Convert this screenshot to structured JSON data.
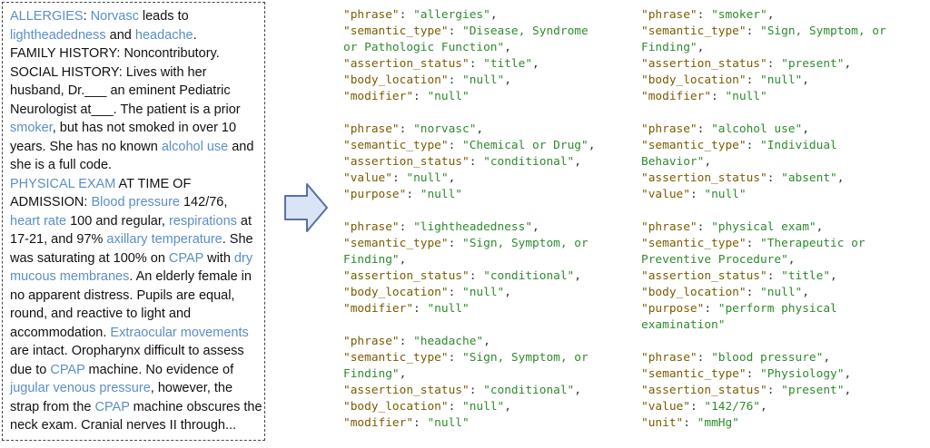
{
  "note": {
    "lines": [
      [
        {
          "t": "ALLERGIES",
          "h": 1
        },
        {
          "t": ":  "
        },
        {
          "t": "Norvasc",
          "h": 1
        },
        {
          "t": " leads to"
        }
      ],
      [
        {
          "t": "lightheadedness",
          "h": 1
        },
        {
          "t": " and "
        },
        {
          "t": "headache",
          "h": 1
        },
        {
          "t": "."
        }
      ],
      [
        {
          "t": "FAMILY HISTORY:  Noncontributory."
        }
      ],
      [
        {
          "t": "SOCIAL HISTORY:  Lives with her"
        }
      ],
      [
        {
          "t": "husband, Dr.___ an eminent Pediatric"
        }
      ],
      [
        {
          "t": "Neurologist at___.  The patient is a prior"
        }
      ],
      [
        {
          "t": "smoker",
          "h": 1
        },
        {
          "t": ", but has not smoked in over 10"
        }
      ],
      [
        {
          "t": "years.  She has no known "
        },
        {
          "t": "alcohol use",
          "h": 1
        },
        {
          "t": " and"
        }
      ],
      [
        {
          "t": "she is a full code."
        }
      ],
      [
        {
          "t": "PHYSICAL EXAM",
          "h": 1
        },
        {
          "t": " AT TIME OF"
        }
      ],
      [
        {
          "t": "ADMISSION:  "
        },
        {
          "t": "Blood pressure",
          "h": 1
        },
        {
          "t": " 142/76,"
        }
      ],
      [
        {
          "t": "heart rate",
          "h": 1
        },
        {
          "t": " 100 and regular,  "
        },
        {
          "t": "respirations",
          "h": 1
        },
        {
          "t": " at"
        }
      ],
      [
        {
          "t": "17-21, and 97% "
        },
        {
          "t": "axillary temperature",
          "h": 1
        },
        {
          "t": ".  She"
        }
      ],
      [
        {
          "t": "was saturating at 100% on "
        },
        {
          "t": "CPAP",
          "h": 1
        },
        {
          "t": " with "
        },
        {
          "t": "dry",
          "h": 1
        }
      ],
      [
        {
          "t": "mucous membranes",
          "h": 1
        },
        {
          "t": ".  An elderly female in"
        }
      ],
      [
        {
          "t": "no apparent distress.  Pupils are equal,"
        }
      ],
      [
        {
          "t": "round, and reactive to light and"
        }
      ],
      [
        {
          "t": "accommodation.  "
        },
        {
          "t": "Extraocular movements",
          "h": 1
        }
      ],
      [
        {
          "t": "are intact.  Oropharynx difficult to assess"
        }
      ],
      [
        {
          "t": "due to "
        },
        {
          "t": "CPAP",
          "h": 1
        },
        {
          "t": " machine.  No evidence of"
        }
      ],
      [
        {
          "t": "jugular venous pressure",
          "h": 1
        },
        {
          "t": ", however, the"
        }
      ],
      [
        {
          "t": "strap from the "
        },
        {
          "t": "CPAP",
          "h": 1
        },
        {
          "t": " machine obscures the"
        }
      ],
      [
        {
          "t": "neck exam.  Cranial nerves II through..."
        }
      ]
    ]
  },
  "arrow": {
    "fill": "#d9e4f5",
    "stroke": "#5a6fa8",
    "icon": "right-arrow-icon"
  },
  "colors": {
    "highlight": "#5b8ec9",
    "key": "#7a5c00",
    "value": "#2e8b2e"
  },
  "entities_left": [
    {
      "rows": [
        {
          "k": "\"phrase\"",
          "v": "\"allergies\""
        },
        {
          "k": "\"semantic_type\"",
          "v": "\"Disease, Syndrome"
        },
        {
          "v": "or Pathologic Function\""
        },
        {
          "k": "\"assertion_status\"",
          "v": "\"title\""
        },
        {
          "k": "\"body_location\"",
          "v": "\"null\""
        },
        {
          "k": "\"modifier\"",
          "v": "\"null\"",
          "last": true
        }
      ]
    },
    {
      "rows": [
        {
          "k": "\"phrase\"",
          "v": "\"norvasc\""
        },
        {
          "k": "\"semantic_type\"",
          "v": "\"Chemical or Drug\""
        },
        {
          "k": "\"assertion_status\"",
          "v": "\"conditional\""
        },
        {
          "k": "\"value\"",
          "v": "\"null\""
        },
        {
          "k": "\"purpose\"",
          "v": "\"null\"",
          "last": true
        }
      ]
    },
    {
      "rows": [
        {
          "k": "\"phrase\"",
          "v": "\"lightheadedness\""
        },
        {
          "k": "\"semantic_type\"",
          "v": "\"Sign, Symptom, or"
        },
        {
          "v": "Finding\""
        },
        {
          "k": "\"assertion_status\"",
          "v": "\"conditional\""
        },
        {
          "k": "\"body_location\"",
          "v": "\"null\""
        },
        {
          "k": "\"modifier\"",
          "v": "\"null\"",
          "last": true
        }
      ]
    },
    {
      "rows": [
        {
          "k": "\"phrase\"",
          "v": "\"headache\""
        },
        {
          "k": "\"semantic_type\"",
          "v": "\"Sign, Symptom, or"
        },
        {
          "v": "Finding\""
        },
        {
          "k": "\"assertion_status\"",
          "v": "\"conditional\""
        },
        {
          "k": "\"body_location\"",
          "v": "\"null\""
        },
        {
          "k": "\"modifier\"",
          "v": "\"null\"",
          "last": true
        }
      ]
    }
  ],
  "entities_right": [
    {
      "rows": [
        {
          "k": "\"phrase\"",
          "v": "\"smoker\""
        },
        {
          "k": "\"semantic_type\"",
          "v": "\"Sign, Symptom, or"
        },
        {
          "v": "Finding\""
        },
        {
          "k": "\"assertion_status\"",
          "v": "\"present\""
        },
        {
          "k": "\"body_location\"",
          "v": "\"null\""
        },
        {
          "k": "\"modifier\"",
          "v": "\"null\"",
          "last": true
        }
      ]
    },
    {
      "rows": [
        {
          "k": "\"phrase\"",
          "v": "\"alcohol use\""
        },
        {
          "k": "\"semantic_type\"",
          "v": "\"Individual"
        },
        {
          "v": "Behavior\""
        },
        {
          "k": "\"assertion_status\"",
          "v": "\"absent\""
        },
        {
          "k": "\"value\"",
          "v": "\"null\"",
          "last": true
        }
      ]
    },
    {
      "rows": [
        {
          "k": "\"phrase\"",
          "v": "\"physical exam\""
        },
        {
          "k": "\"semantic_type\"",
          "v": "\"Therapeutic or"
        },
        {
          "v": "Preventive Procedure\""
        },
        {
          "k": "\"assertion_status\"",
          "v": "\"title\""
        },
        {
          "k": "\"body_location\"",
          "v": "\"null\""
        },
        {
          "k": "\"purpose\"",
          "v": "\"perform physical"
        },
        {
          "v": "examination\"",
          "last": true
        }
      ]
    },
    {
      "rows": [
        {
          "k": "\"phrase\"",
          "v": "\"blood pressure\""
        },
        {
          "k": "\"semantic_type\"",
          "v": "\"Physiology\""
        },
        {
          "k": "\"assertion_status\"",
          "v": "\"present\""
        },
        {
          "k": "\"value\"",
          "v": "\"142/76\""
        },
        {
          "k": "\"unit\"",
          "v": "\"mmHg\"",
          "last": true
        }
      ]
    }
  ]
}
